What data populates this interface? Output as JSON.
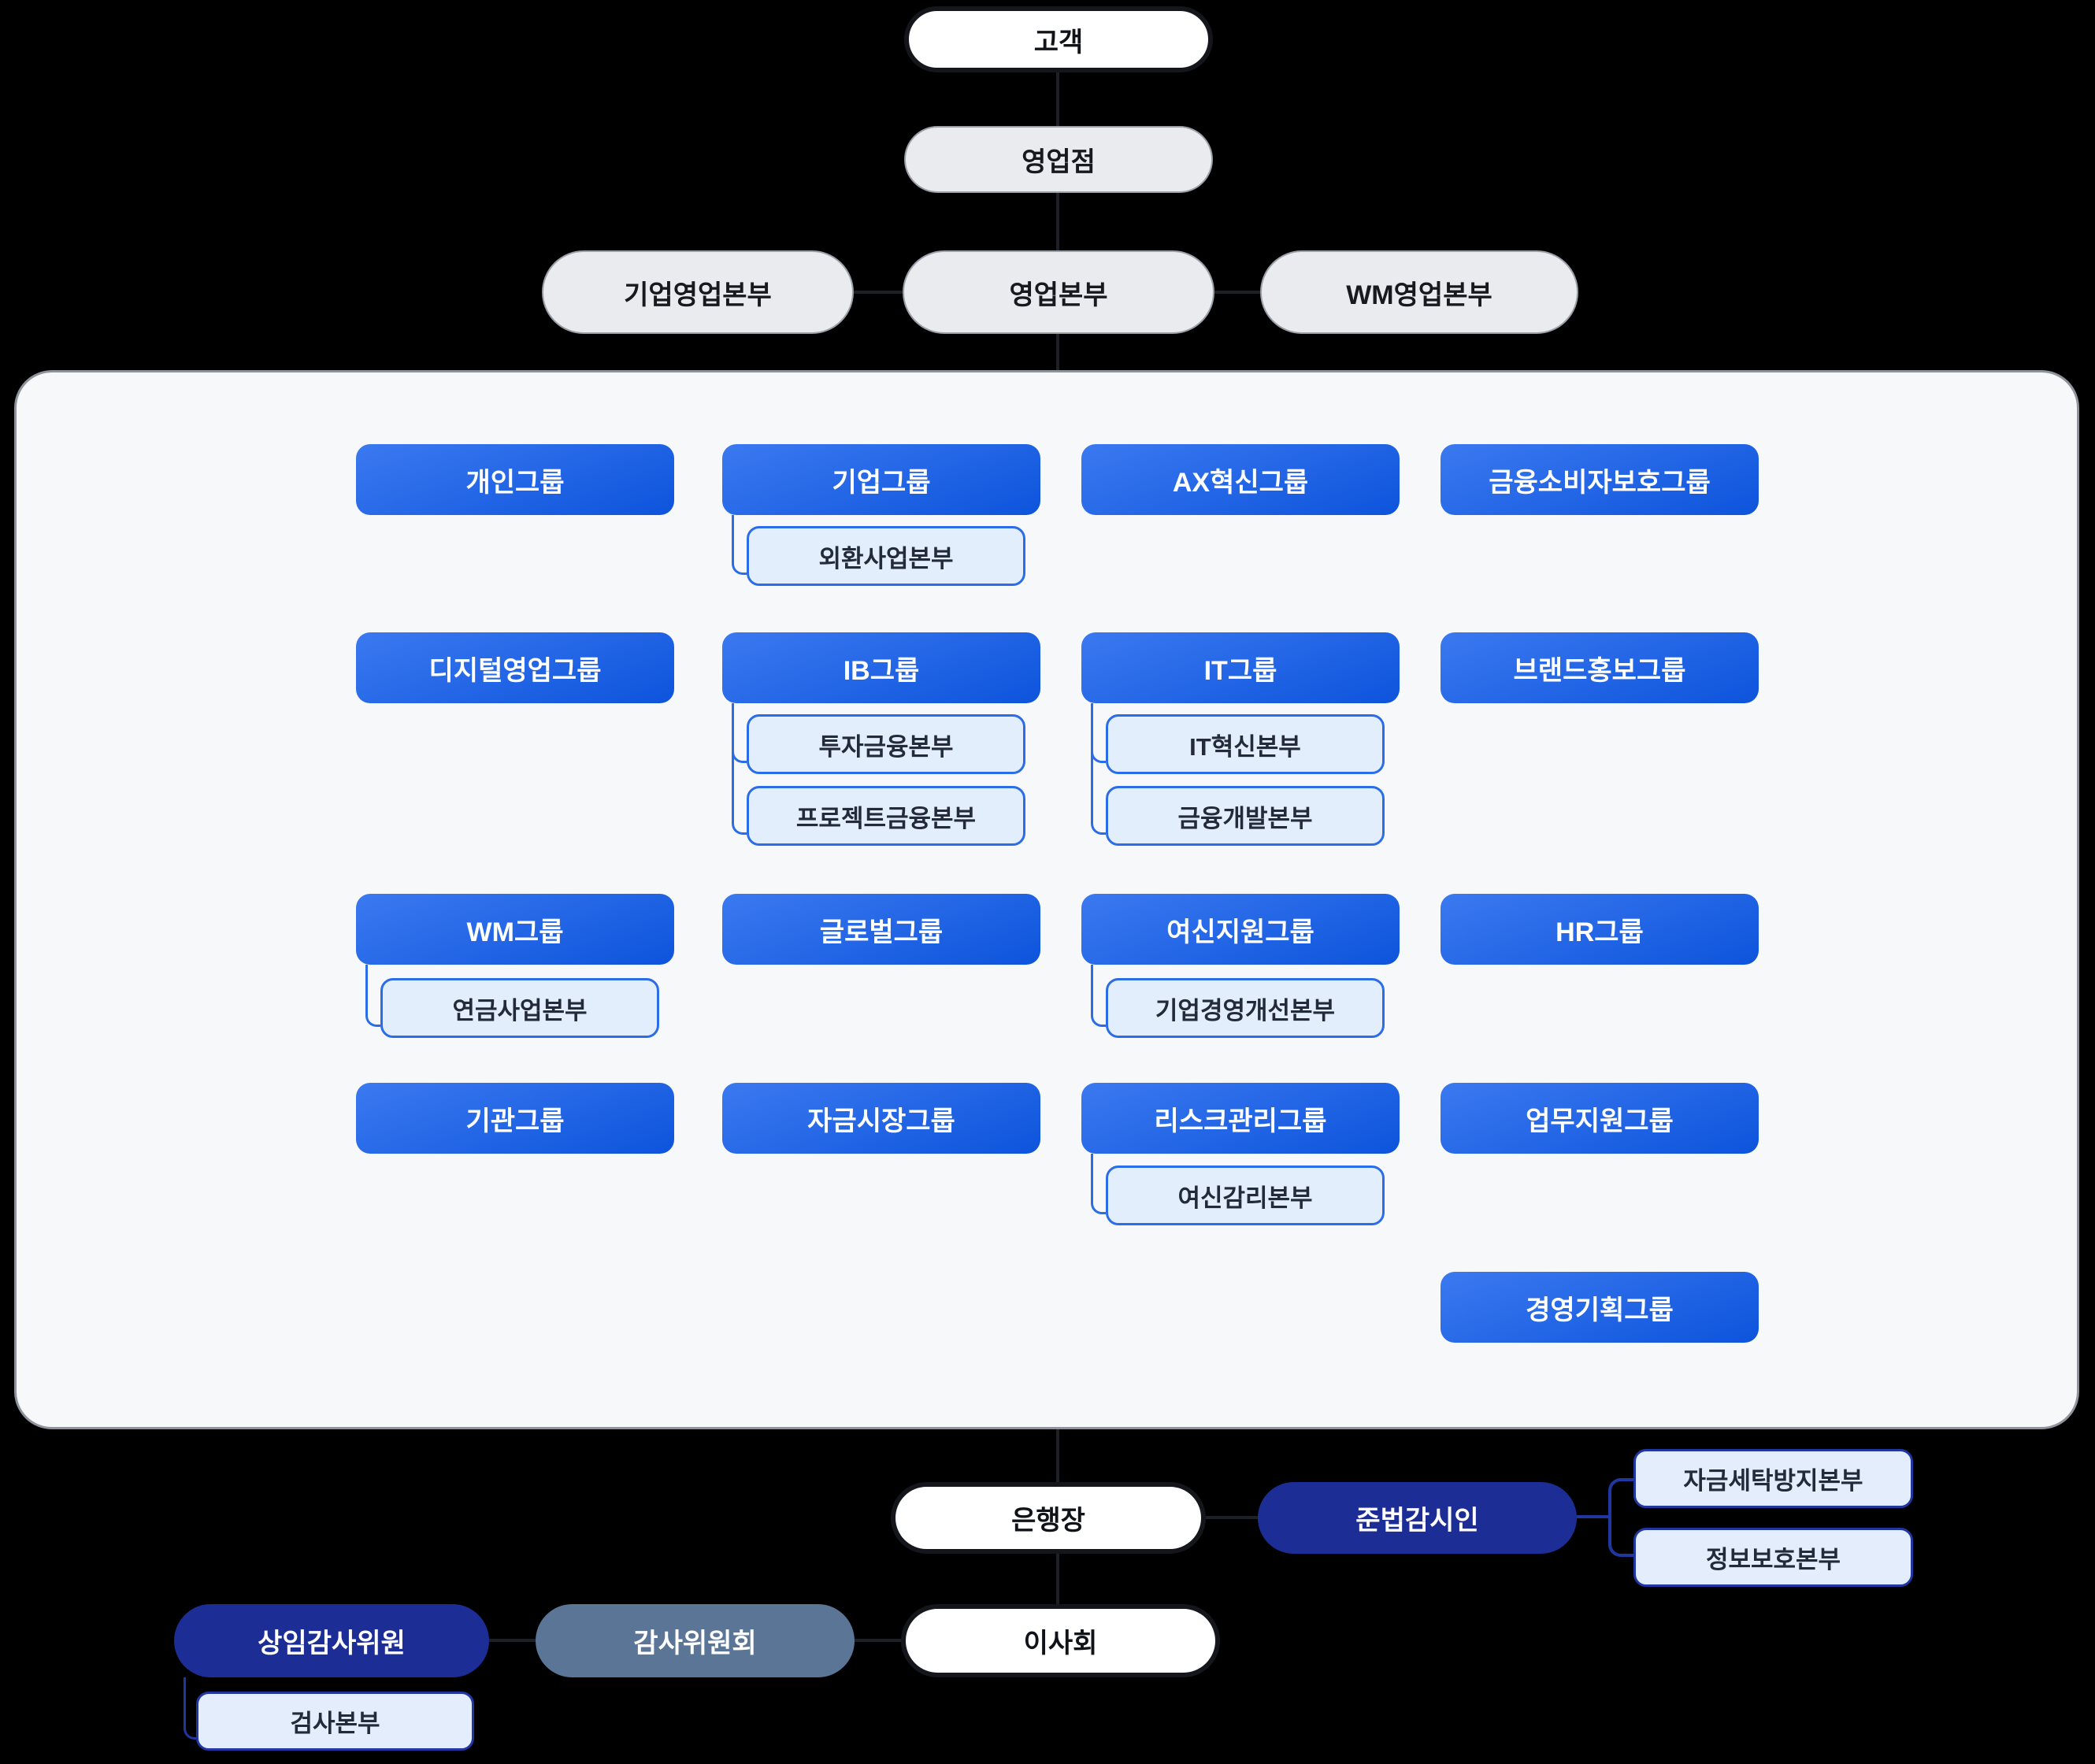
{
  "colors": {
    "background": "#000000",
    "panel_bg": "#f6f8fa",
    "panel_border": "#8f949c",
    "blue_gradient_start": "#3b79f0",
    "blue_gradient_end": "#0d54dc",
    "bright_blue": "#2b6de8",
    "light_blue_fill": "#e3eefc",
    "navy": "#1c2e96",
    "navy_border": "#2036a0",
    "navy_sub_fill": "#e3edfc",
    "slate": "#5a7596",
    "white_pill": "#ffffff",
    "gray_pill": "#e9ebee",
    "dark_line": "#1d2026"
  },
  "nodes": {
    "customer": "고객",
    "branch": "영업점",
    "corp_sales_div": "기업영업본부",
    "sales_div": "영업본부",
    "wm_sales_div": "WM영업본부",
    "group_personal": "개인그룹",
    "group_corporate": "기업그룹",
    "sub_forex": "외환사업본부",
    "group_ax": "AX혁신그룹",
    "group_consumer_protection": "금융소비자보호그룹",
    "group_digital": "디지털영업그룹",
    "group_ib": "IB그룹",
    "sub_investment_finance": "투자금융본부",
    "sub_project_finance": "프로젝트금융본부",
    "group_it": "IT그룹",
    "sub_it_innovation": "IT혁신본부",
    "sub_finance_dev": "금융개발본부",
    "group_brand": "브랜드홍보그룹",
    "group_wm": "WM그룹",
    "sub_pension": "연금사업본부",
    "group_global": "글로벌그룹",
    "group_credit_support": "여신지원그룹",
    "sub_corp_mgmt_improve": "기업경영개선본부",
    "group_hr": "HR그룹",
    "group_institution": "기관그룹",
    "group_treasury": "자금시장그룹",
    "group_risk": "리스크관리그룹",
    "sub_credit_review": "여신감리본부",
    "group_biz_support": "업무지원그룹",
    "group_planning": "경영기획그룹",
    "ceo": "은행장",
    "compliance_officer": "준법감시인",
    "sub_aml": "자금세탁방지본부",
    "sub_info_protection": "정보보호본부",
    "standing_auditor": "상임감사위원",
    "sub_inspection": "검사본부",
    "audit_committee": "감사위원회",
    "board": "이사회"
  }
}
